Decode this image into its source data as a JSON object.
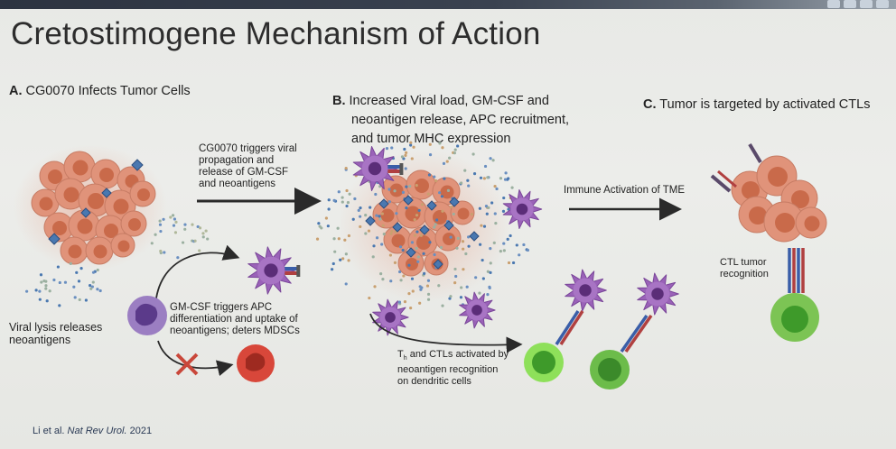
{
  "title": "Cretostimogene Mechanism of Action",
  "panels": {
    "a": {
      "letter": "A.",
      "heading": "CG0070 Infects Tumor Cells"
    },
    "b": {
      "letter": "B.",
      "line1": "Increased Viral load, GM-CSF and",
      "line2": "neoantigen release, APC recruitment,",
      "line3": "and tumor MHC expression"
    },
    "c": {
      "letter": "C.",
      "heading": "Tumor is targeted by activated CTLs"
    }
  },
  "annotations": {
    "triggers": [
      "CG0070 triggers viral",
      "propagation and",
      "release of GM-CSF",
      "and neoantigens"
    ],
    "lysis": [
      "Viral lysis releases",
      "neoantigens"
    ],
    "gmcsf": [
      "GM-CSF triggers APC",
      "differentiation and uptake of",
      "neoantigens; deters MDSCs"
    ],
    "immune_activation": "Immune Activation of TME",
    "th_ctl": [
      "T",
      "h",
      " and CTLs activated by",
      "neoantigen recognition",
      "on dendritic cells"
    ],
    "ctl_recognition": [
      "CTL tumor",
      "recognition"
    ]
  },
  "citation": {
    "authors": "Li et al.",
    "journal": "Nat Rev Urol.",
    "year": "2021"
  },
  "colors": {
    "tumor": "#e0937a",
    "tumor_nucleus": "#c96a4a",
    "dendritic": "#9a62b8",
    "dendritic_nucleus": "#5b2d78",
    "tcell_bright": "#7ccc52",
    "tcell_dark": "#5aa83a",
    "mdsc": "#d8473a",
    "virus": "#4a78b0",
    "arrow": "#2a2a2a"
  }
}
